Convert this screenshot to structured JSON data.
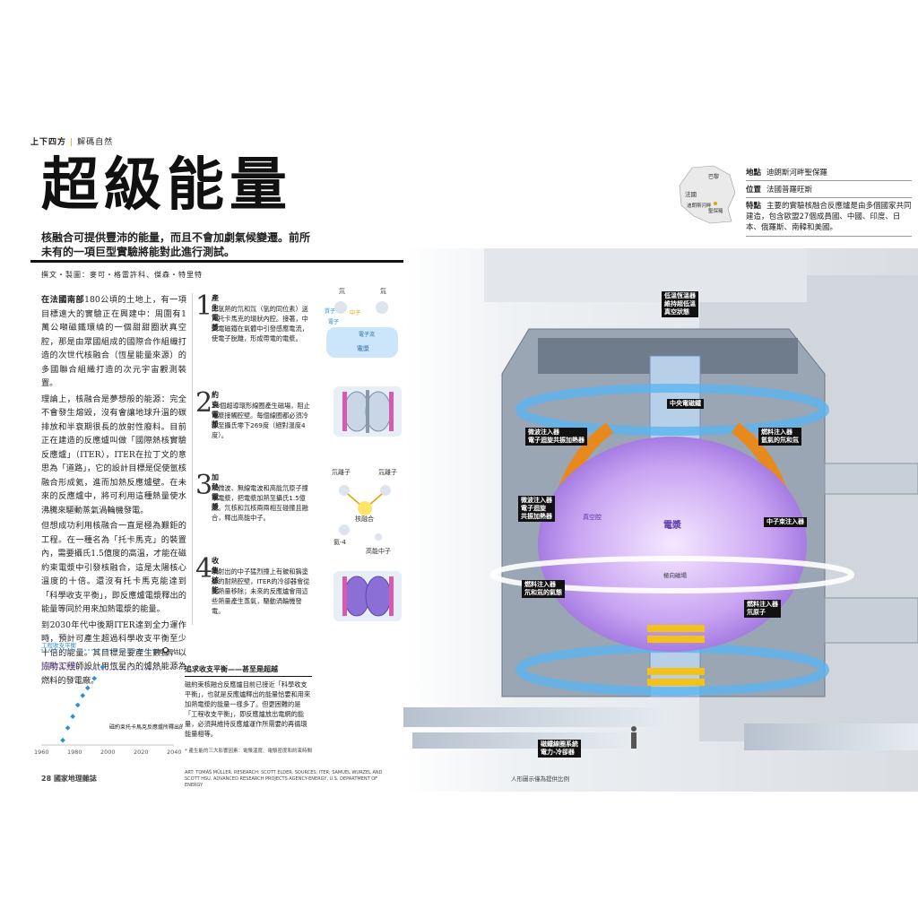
{
  "header": {
    "section": "上下四方",
    "section_sub": "解碼自然"
  },
  "title": "超級能量",
  "subtitle": "核融合可提供豐沛的能量，而且不會加劇氣候變遷。前所未有的一項巨型實驗將能對此進行測試。",
  "credits": "撰文・製圖：麥可・格雷許科、傑森・特里特",
  "body": {
    "p1_lead": "在法國南部",
    "p1": "180公頃的土地上，有一項目標遠大的實驗正在興建中：周圍有1萬公噸磁鐵環繞的一個甜甜圈狀真空腔，那是由眾國組成的國際合作組織打造的次世代核融合（恆星能量來源）的多國聯合組織打造的次元宇宙觀測裝置。",
    "p2": "理論上，核融合是夢想般的能源：完全不會發生熔毀，沒有會讓地球升溫的碳排放和半衰期很長的放射性廢料。目前正在建造的反應爐叫做「國際熱核實驗反應爐」（ITER），ITER在拉丁文的意思為「道路」，它的設計目標是促使氫核融合形成氦，進而加熱反應爐壁。在未來的反應爐中，將可利用這種熱量使水沸騰來驅動蒸氣渦輪機發電。",
    "p3": "但想成功利用核融合一直是極為艱鉅的工程。在一種名為「托卡馬克」的裝置內，需要攝氏1.5億度的高溫，才能在磁約束電漿中引發核融合，這是太陽核心溫度的十倍。還沒有托卡馬克能達到「科學收支平衡」，即反應爐電漿釋出的能量等同於用來加熱電漿的能量。",
    "p4": "到2030年代中後期ITER達到全力運作時，預計可產生超過科學收支平衡至少十倍的能量。其目標是要產生數據，以協助工程師設計用恆星內的爐熱能源為燃料的發電廠。"
  },
  "steps": [
    {
      "num": "1",
      "title": "產生電漿",
      "text": "把氫熱的氘和氚（氫的同位素）送入托卡馬克的環狀內腔。接著，中央電磁鐵在氣體中引發感應電流，使電子脫離，形成帶電的電漿。"
    },
    {
      "num": "2",
      "title": "約束電漿",
      "text": "18個超導環形線圈產生磁場，阻止電漿接觸腔壁。每個線圈都必須冷卻至攝氏零下269度（絕對溫度4度）。"
    },
    {
      "num": "3",
      "title": "加熱電漿",
      "text": "以微波、無線電波和高能氘原子撞擊電漿，把電漿加熱至攝氏1.5億度。氘核和氚核兩兩相互碰撞且融合，釋出高能中子。"
    },
    {
      "num": "4",
      "title": "收集核能",
      "text": "噴射出的中子猛烈撞上有鈹和鎢塗層的耐熱腔壁，ITER的冷卻器會從此熱量移除；未來的反應爐會用這些熱量產生蒸氣，驅動渦輪機發電。"
    }
  ],
  "diagram_labels": {
    "d1": [
      "氘",
      "氚",
      "質子",
      "中子",
      "電子",
      "電漿",
      "電子流"
    ],
    "d3": [
      "氘離子",
      "氚離子",
      "核融合",
      "氦-4",
      "高能中子"
    ]
  },
  "sidebar": {
    "map_labels": [
      "巴黎",
      "法國",
      "聖保羅",
      "迪朗斯河畔"
    ],
    "rows": [
      {
        "key": "地點",
        "val": "迪朗斯河畔聖保羅"
      },
      {
        "key": "位置",
        "val": "法國普羅旺斯"
      },
      {
        "key": "特點",
        "val": "主要的實驗核融合反應爐是由多個國家共同建造，包含歐盟27個成員國、中國、印度、日本、俄羅斯、南韓和美國。"
      }
    ]
  },
  "machine_labels": [
    "低溫恆溫器\n維持超低溫\n真空狀態",
    "中央電磁鐵",
    "微波注入器\n電子迴旋共振加熱器",
    "燃料注入器\n氫氣的氘和氚",
    "微波注入器\n電子迴旋\n共振加熱器",
    "燃料注入器\n氘和氚的氣態",
    "中子束注入器",
    "燃料注入器\n氘原子",
    "磁鐵線圈系統\n電力-冷卻器"
  ],
  "core_labels": {
    "plasma": "電漿",
    "vessel": "真空腔",
    "field": "極向磁場"
  },
  "chart_data": {
    "type": "scatter",
    "legend": [
      "工程收支平衡",
      "科學收支平衡"
    ],
    "annotation": "ITER預估",
    "inner_label": "磁約束托卡馬克反應爐所釋出的能量*",
    "x_ticks": [
      "1960",
      "1980",
      "2000",
      "2020",
      "2040"
    ],
    "xlim": [
      1960,
      2040
    ],
    "points": [
      {
        "x": 1973,
        "y": 0.05
      },
      {
        "x": 1976,
        "y": 0.18
      },
      {
        "x": 1979,
        "y": 0.3
      },
      {
        "x": 1982,
        "y": 0.42
      },
      {
        "x": 1985,
        "y": 0.52
      },
      {
        "x": 1988,
        "y": 0.6
      },
      {
        "x": 1992,
        "y": 0.7
      },
      {
        "x": 1997,
        "y": 0.82
      }
    ],
    "iter_point": {
      "x": 2035,
      "y": 1.0
    }
  },
  "balance": {
    "title": "追求收支平衡——甚至是超越",
    "text": "磁約束核融合反應爐目前已接近「科學收支平衡」，也就是反應爐釋出的能量恰要和用來加熱電漿的能量一樣多了。但更困難的是「工程收支平衡」，即反應爐放出電網的能量，必須與維持反應爐運作所需要的再循環能量相等。",
    "note": "* 產生能的三大影響因素：電漿溫度、電漿密度和約束時間"
  },
  "footer": {
    "page": "28",
    "magazine": "國家地理雜誌",
    "art": "ART: TOMÁŠ MÜLLER. RESEARCH: SCOTT ELDER. SOURCES: ITER; SAMUEL WURZEL AND SCOTT HSU, ADVANCED RESEARCH PROJECTS AGENCY-ENERGY, U.S. DEPARTMENT OF ENERGY",
    "scale": "人形圖示僅為提供比例"
  },
  "colors": {
    "accent": "#e8a100",
    "plasma": "#b98be8",
    "blue": "#5ab4f0",
    "chart_blue": "#2a8fd6",
    "chart_purple": "#8a5bc2"
  }
}
